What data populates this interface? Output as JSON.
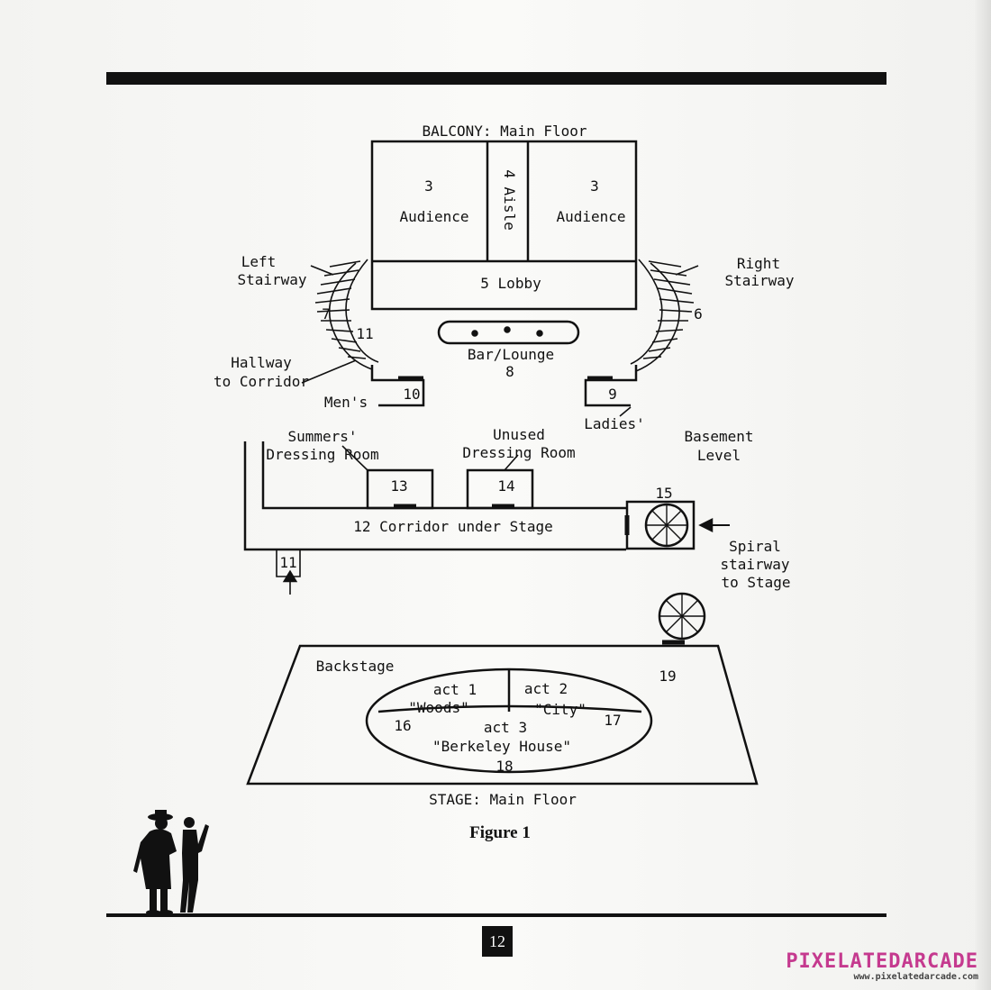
{
  "labels": {
    "balcony": "BALCONY: Main Floor",
    "aud_left_num": "3",
    "aud_left": "Audience",
    "aisle": "4 Aisle",
    "aud_right_num": "3",
    "aud_right": "Audience",
    "lobby": "5 Lobby",
    "left_stair_1": "Left",
    "left_stair_2": "Stairway",
    "right_stair_1": "Right",
    "right_stair_2": "Stairway",
    "n7": "7",
    "n11a": "11",
    "n6": "6",
    "bar": "Bar/Lounge",
    "n8": "8",
    "hall_1": "Hallway",
    "hall_2": "to Corridor",
    "n10": "10",
    "mens": "Men's",
    "n9": "9",
    "ladies": "Ladies'",
    "summers_1": "Summers'",
    "summers_2": "Dressing Room",
    "unused_1": "Unused",
    "unused_2": "Dressing Room",
    "basement_1": "Basement",
    "basement_2": "Level",
    "n13": "13",
    "n14": "14",
    "n15": "15",
    "corridor": "12 Corridor under Stage",
    "n11b": "11",
    "spiral_1": "Spiral",
    "spiral_2": "stairway",
    "spiral_3": "to Stage",
    "backstage": "Backstage",
    "n19": "19",
    "act1_1": "act 1",
    "act1_2": "\"Woods\"",
    "act2_1": "act 2",
    "act2_2": "\"City\"",
    "n16": "16",
    "n17": "17",
    "act3_1": "act 3",
    "act3_2": "\"Berkeley House\"",
    "n18": "18",
    "stage": "STAGE: Main Floor"
  },
  "caption": "Figure 1",
  "page_number": "12",
  "watermark": {
    "main": "PIXELATEDARCADE",
    "sub": "www.pixelatedarcade.com"
  },
  "colors": {
    "ink": "#111111",
    "watermark": "#c53a8f"
  }
}
